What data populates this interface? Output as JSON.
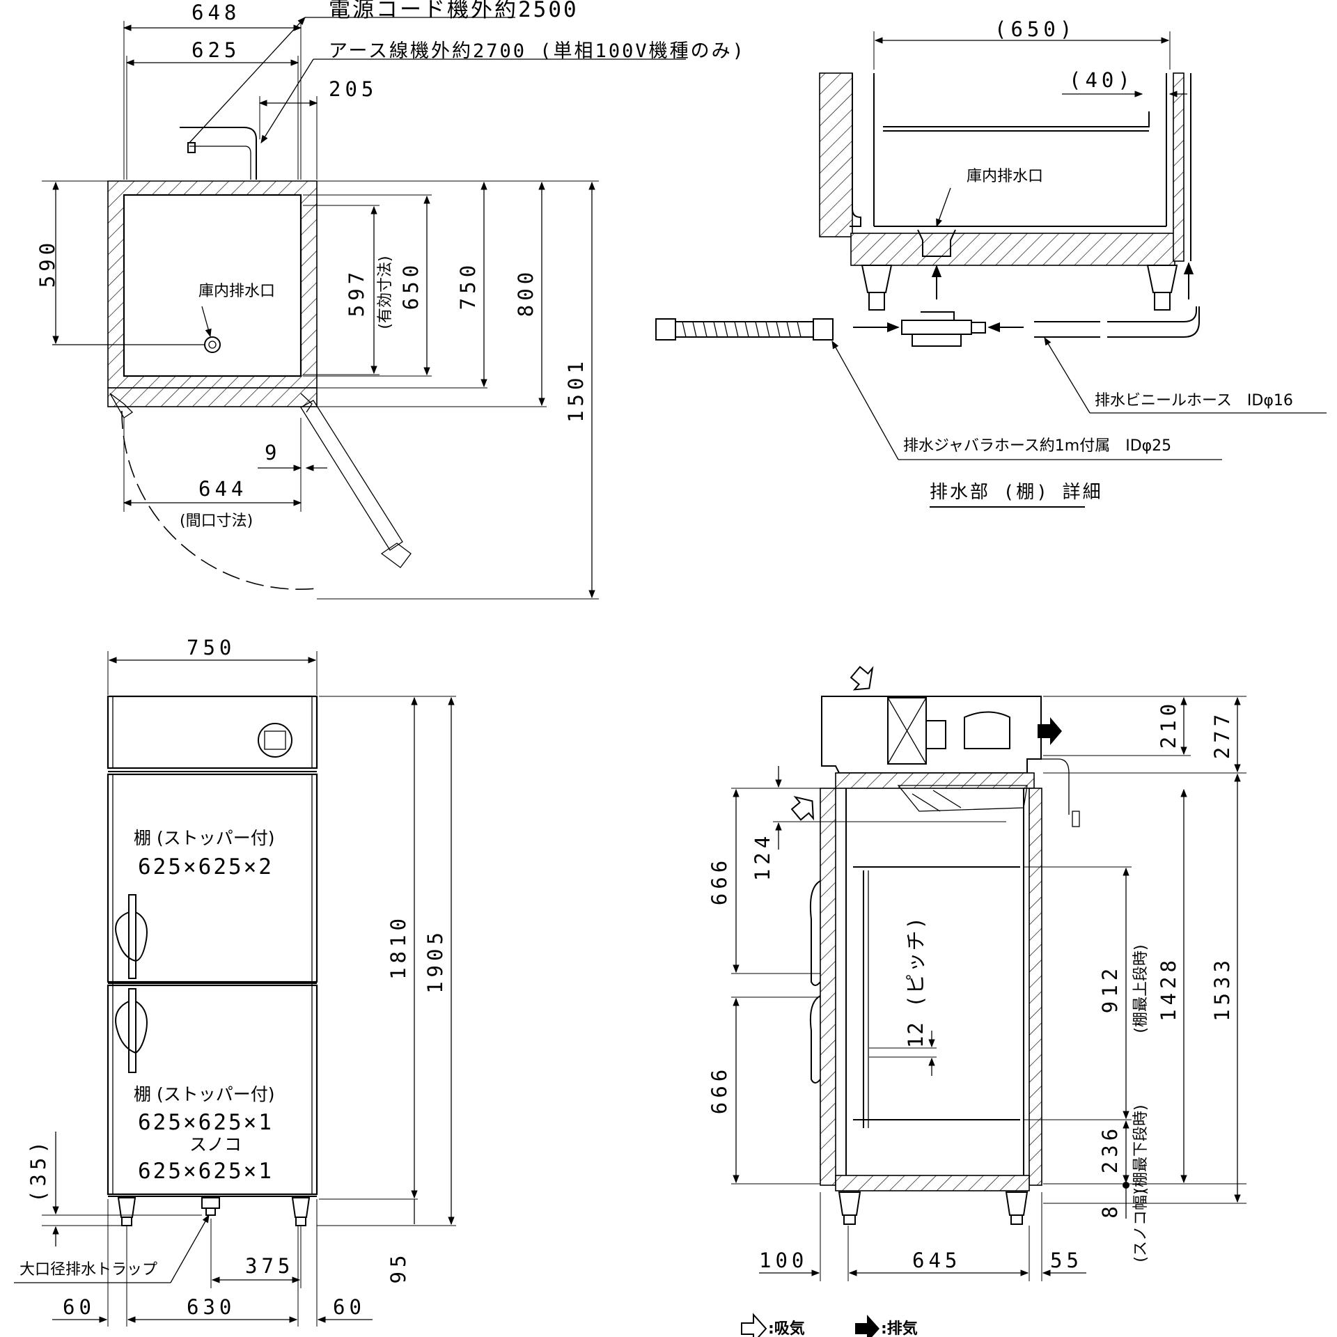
{
  "top_view": {
    "dims": {
      "w648": "648",
      "w625": "625",
      "w205": "205",
      "d590": "590",
      "d597": "597",
      "d650": "650",
      "d750": "750",
      "d800": "800",
      "d1501": "1501",
      "d9": "9",
      "w644": "644"
    },
    "effective_note": "(有効寸法)",
    "opening_note": "(間口寸法)",
    "drain_label": "庫内排水口",
    "power_cord": "電源コード機外約2500",
    "earth_wire": "アース線機外約2700 (単相100V機種のみ)"
  },
  "drain_detail": {
    "title": "排水部 (棚) 詳細",
    "dims": {
      "w650": "(650)",
      "w40": "(40)"
    },
    "drain_label": "庫内排水口",
    "vinyl_hose": "排水ビニールホース　IDφ16",
    "bellows_hose": "排水ジャバラホース約1m付属　IDφ25"
  },
  "front_view": {
    "dims": {
      "w750": "750",
      "h1810": "1810",
      "h1905": "1905",
      "h35": "(35)",
      "h95": "95",
      "w375": "375",
      "w60a": "60",
      "w630": "630",
      "w60b": "60"
    },
    "shelf_upper": {
      "name": "棚 (ストッパー付)",
      "size": "625×625×2"
    },
    "shelf_lower": {
      "name": "棚 (ストッパー付)",
      "size": "625×625×1"
    },
    "sunoko": {
      "name": "スノコ",
      "size": "625×625×1"
    },
    "trap_label": "大口径排水トラップ"
  },
  "side_view": {
    "dims": {
      "h210": "210",
      "h277": "277",
      "h124": "124",
      "h666a": "666",
      "h666b": "666",
      "pitch": "12 (ピッチ)",
      "h912": "912",
      "h912_note": "(棚最上段時)",
      "h1428": "1428",
      "h1533": "1533",
      "h236": "236",
      "h236_note": "(棚最下段時)",
      "h8": "8",
      "h8_note": "(スノコ幅)",
      "w100": "100",
      "w645": "645",
      "w55": "55"
    }
  },
  "legend": {
    "intake": ":吸気",
    "exhaust": ":排気"
  }
}
